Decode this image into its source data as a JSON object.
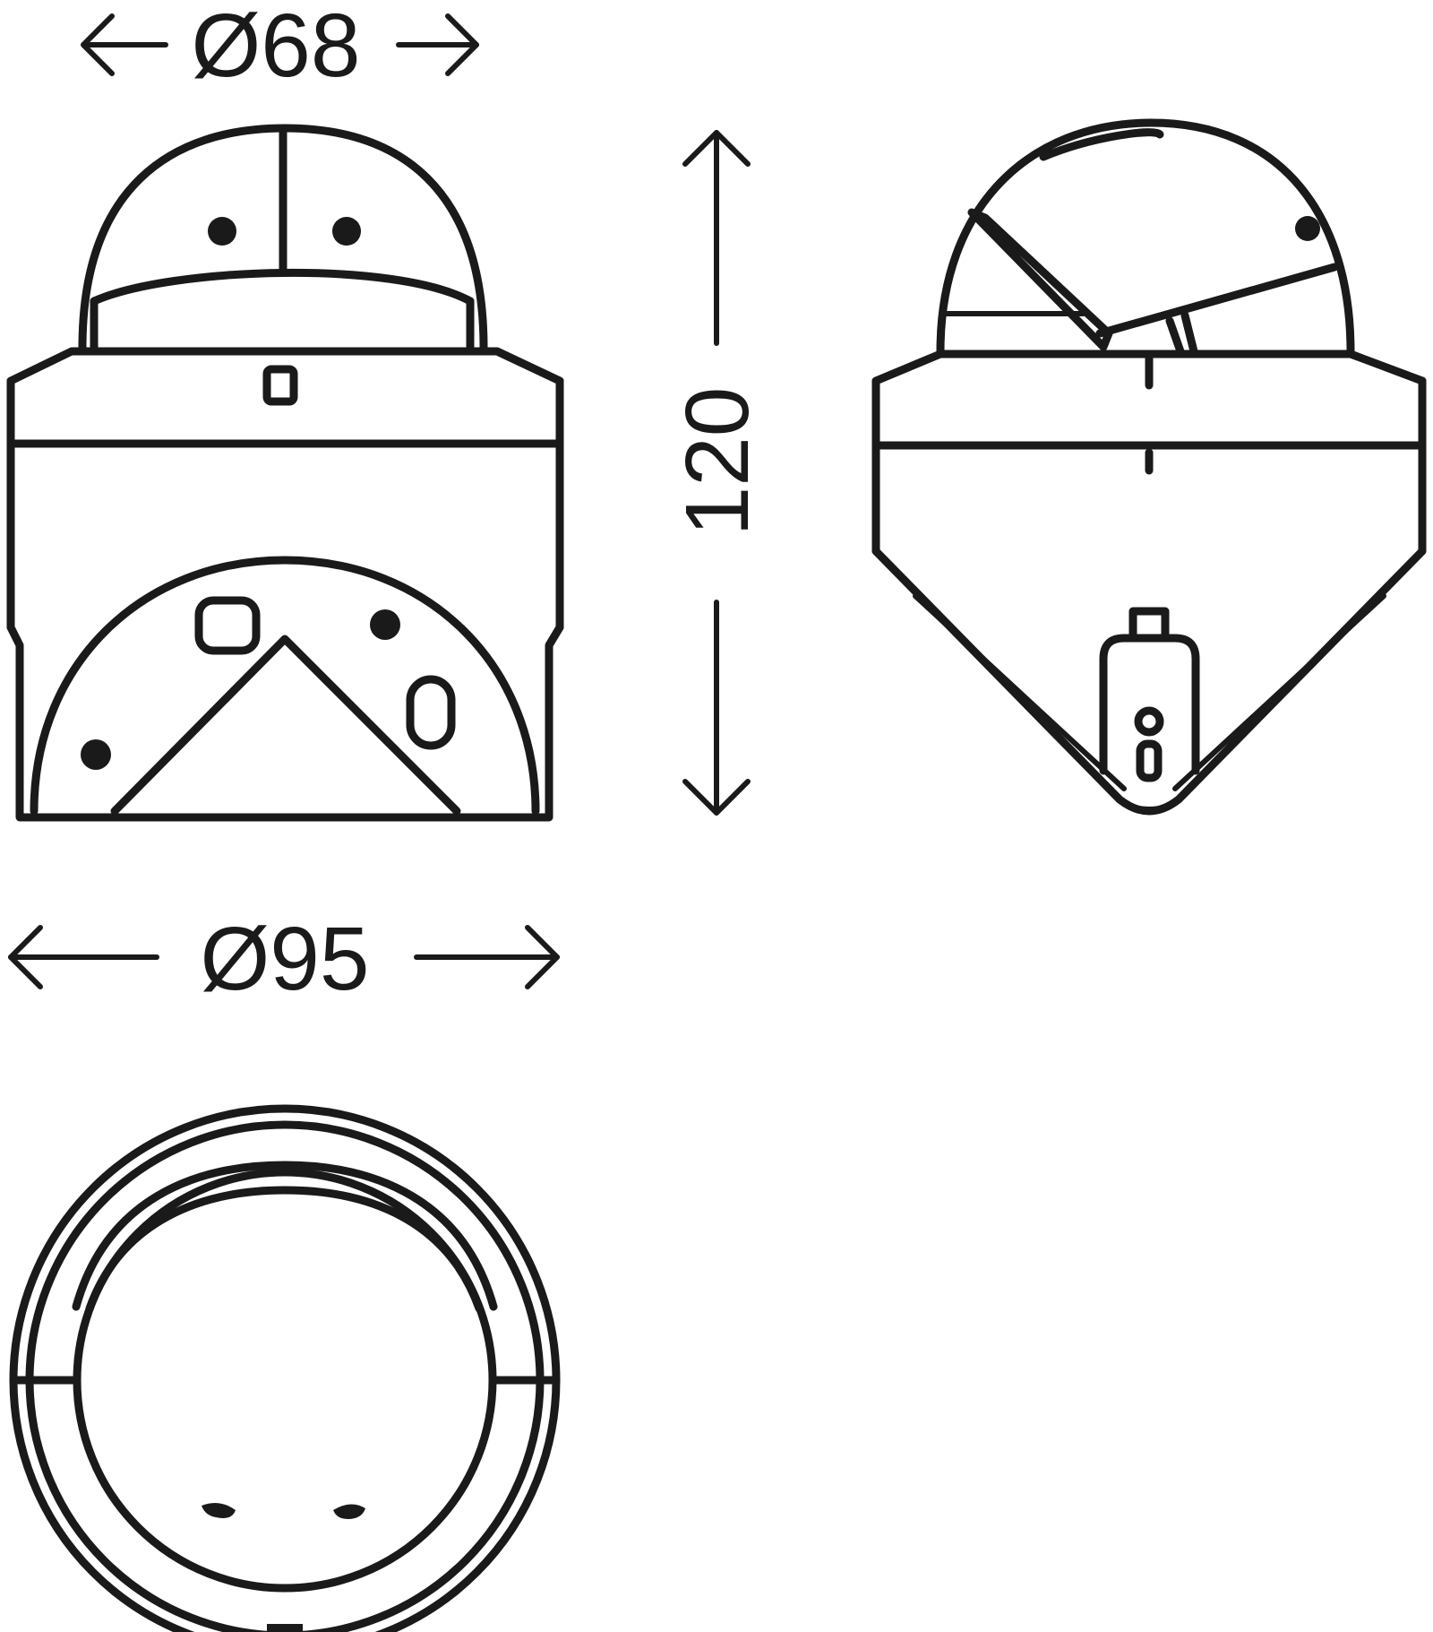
{
  "dimensions": {
    "top_diameter": "Ø68",
    "height": "120",
    "base_diameter": "Ø95"
  },
  "colors": {
    "line": "#1a1a1a",
    "background": "#ffffff"
  }
}
